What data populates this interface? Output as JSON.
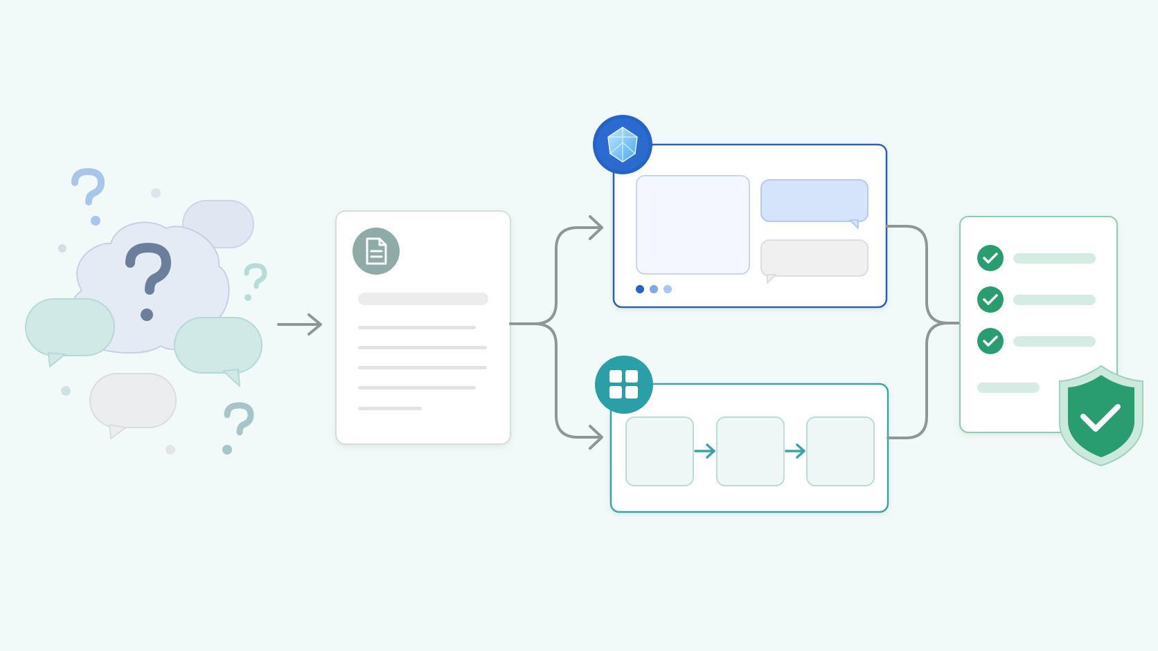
{
  "diagram": {
    "stages": [
      {
        "id": "confusion",
        "icon": "question-cloud-icon"
      },
      {
        "id": "document",
        "icon": "document-icon"
      },
      {
        "id": "ai-chat-panel",
        "icon": "gem-icon"
      },
      {
        "id": "workflow-panel",
        "icon": "grid-icon"
      },
      {
        "id": "verified-checklist",
        "icon": "shield-check-icon"
      }
    ],
    "colors": {
      "background": "#f1faf8",
      "connector": "#8e9796",
      "gem_blue": "#2563c4",
      "grid_teal": "#2aa0a6",
      "doc_gray_green": "#8eaba7",
      "check_green": "#2a9d70",
      "question_slate": "#6b7f9c"
    },
    "checklist_items_checked": 3,
    "chat_dots": 3,
    "workflow_steps": 3
  }
}
